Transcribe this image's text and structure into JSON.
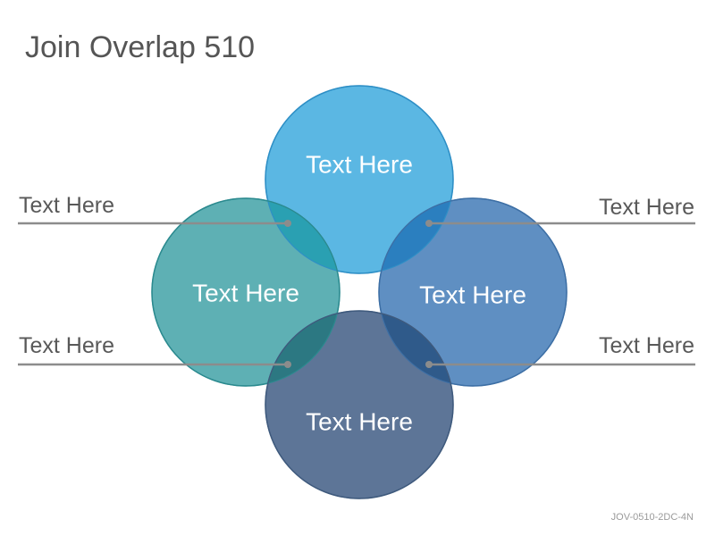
{
  "title": "Join Overlap 510",
  "circles": [
    {
      "label": "Text Here",
      "fill": "#5bb7e3",
      "stroke": "#2e8fc6"
    },
    {
      "label": "Text Here",
      "fill": "#5eb0b4",
      "stroke": "#2b8a8f"
    },
    {
      "label": "Text Here",
      "fill": "#5f8fc2",
      "stroke": "#3d6fa5"
    },
    {
      "label": "Text Here",
      "fill": "#5d7597",
      "stroke": "#3f5a7d"
    }
  ],
  "callouts": {
    "top_left": "Text Here",
    "top_right": "Text Here",
    "bottom_left": "Text Here",
    "bottom_right": "Text Here"
  },
  "colors": {
    "callout_line": "#8c8c8c",
    "overlap_top_left": "#2aa0b2",
    "overlap_top_right": "#2b7fbf",
    "overlap_bottom_left": "#2c7882",
    "overlap_bottom_right": "#2f5a8a"
  },
  "footer": "JOV-0510-2DC-4N"
}
